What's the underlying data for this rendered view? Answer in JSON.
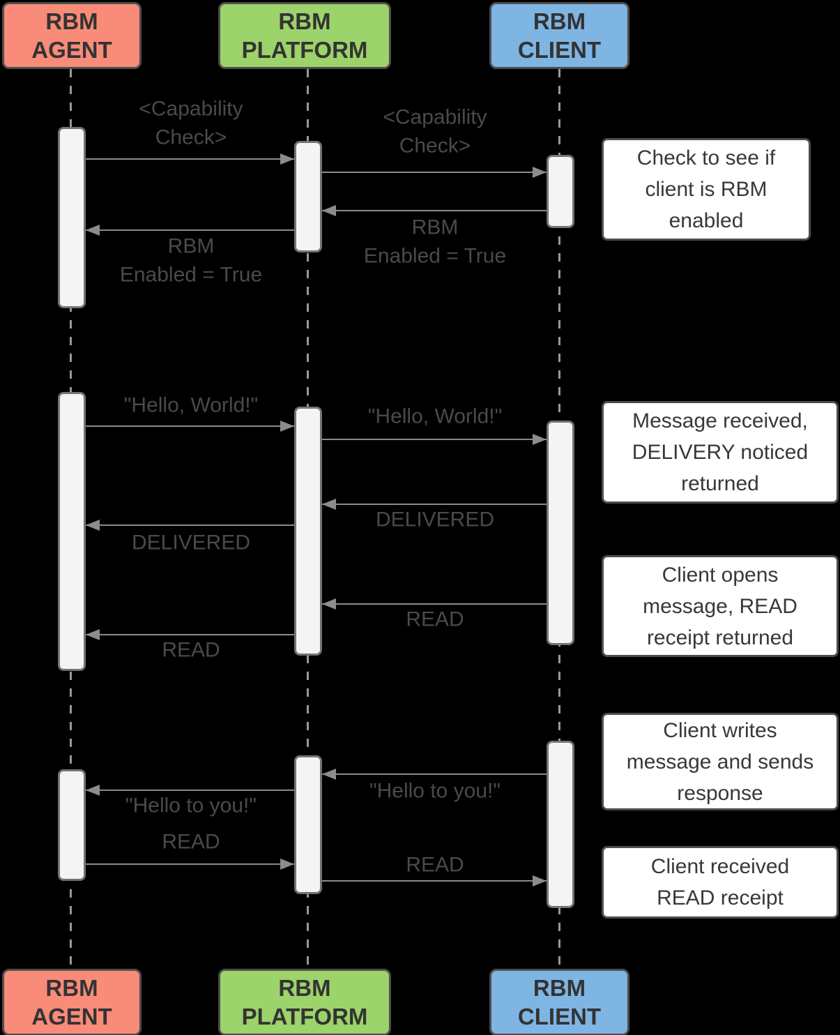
{
  "diagram_type": "uml-sequence-diagram",
  "background_color": "#000000",
  "colors": {
    "agent_fill": "#F98B79",
    "platform_fill": "#9CD36A",
    "client_fill": "#7FB5E3",
    "box_border": "#4D4D4D",
    "header_text": "#333333",
    "message_text": "#4A4A4A",
    "note_text": "#383838",
    "line_gray": "#8C8C8C",
    "lifeline_gray": "#999999",
    "activation_fill": "#F4F4F4",
    "note_fill": "#FFFFFF"
  },
  "actors": [
    {
      "id": "agent",
      "label": "RBM\nAGENT"
    },
    {
      "id": "platform",
      "label": "RBM\nPLATFORM"
    },
    {
      "id": "client",
      "label": "RBM\nCLIENT"
    }
  ],
  "messages": [
    {
      "from": "RBM AGENT",
      "to": "RBM PLATFORM",
      "label": "<Capability\nCheck>"
    },
    {
      "from": "RBM PLATFORM",
      "to": "RBM CLIENT",
      "label": "<Capability\nCheck>"
    },
    {
      "from": "RBM CLIENT",
      "to": "RBM PLATFORM",
      "label": "RBM\nEnabled = True"
    },
    {
      "from": "RBM PLATFORM",
      "to": "RBM AGENT",
      "label": "RBM\nEnabled = True"
    },
    {
      "from": "RBM AGENT",
      "to": "RBM PLATFORM",
      "label": "\"Hello, World!\""
    },
    {
      "from": "RBM PLATFORM",
      "to": "RBM CLIENT",
      "label": "\"Hello, World!\""
    },
    {
      "from": "RBM CLIENT",
      "to": "RBM PLATFORM",
      "label": "DELIVERED"
    },
    {
      "from": "RBM PLATFORM",
      "to": "RBM AGENT",
      "label": "DELIVERED"
    },
    {
      "from": "RBM CLIENT",
      "to": "RBM PLATFORM",
      "label": "READ"
    },
    {
      "from": "RBM PLATFORM",
      "to": "RBM AGENT",
      "label": "READ"
    },
    {
      "from": "RBM CLIENT",
      "to": "RBM PLATFORM",
      "label": "\"Hello to you!\""
    },
    {
      "from": "RBM PLATFORM",
      "to": "RBM AGENT",
      "label": "\"Hello to you!\""
    },
    {
      "from": "RBM AGENT",
      "to": "RBM PLATFORM",
      "label": "READ"
    },
    {
      "from": "RBM PLATFORM",
      "to": "RBM CLIENT",
      "label": "READ"
    }
  ],
  "notes": [
    {
      "text": "Check to see if\nclient is RBM\nenabled"
    },
    {
      "text": "Message received,\nDELIVERY noticed\nreturned"
    },
    {
      "text": "Client opens\nmessage, READ\nreceipt returned"
    },
    {
      "text": "Client writes\nmessage and sends\nresponse"
    },
    {
      "text": "Client received\nREAD receipt"
    }
  ]
}
